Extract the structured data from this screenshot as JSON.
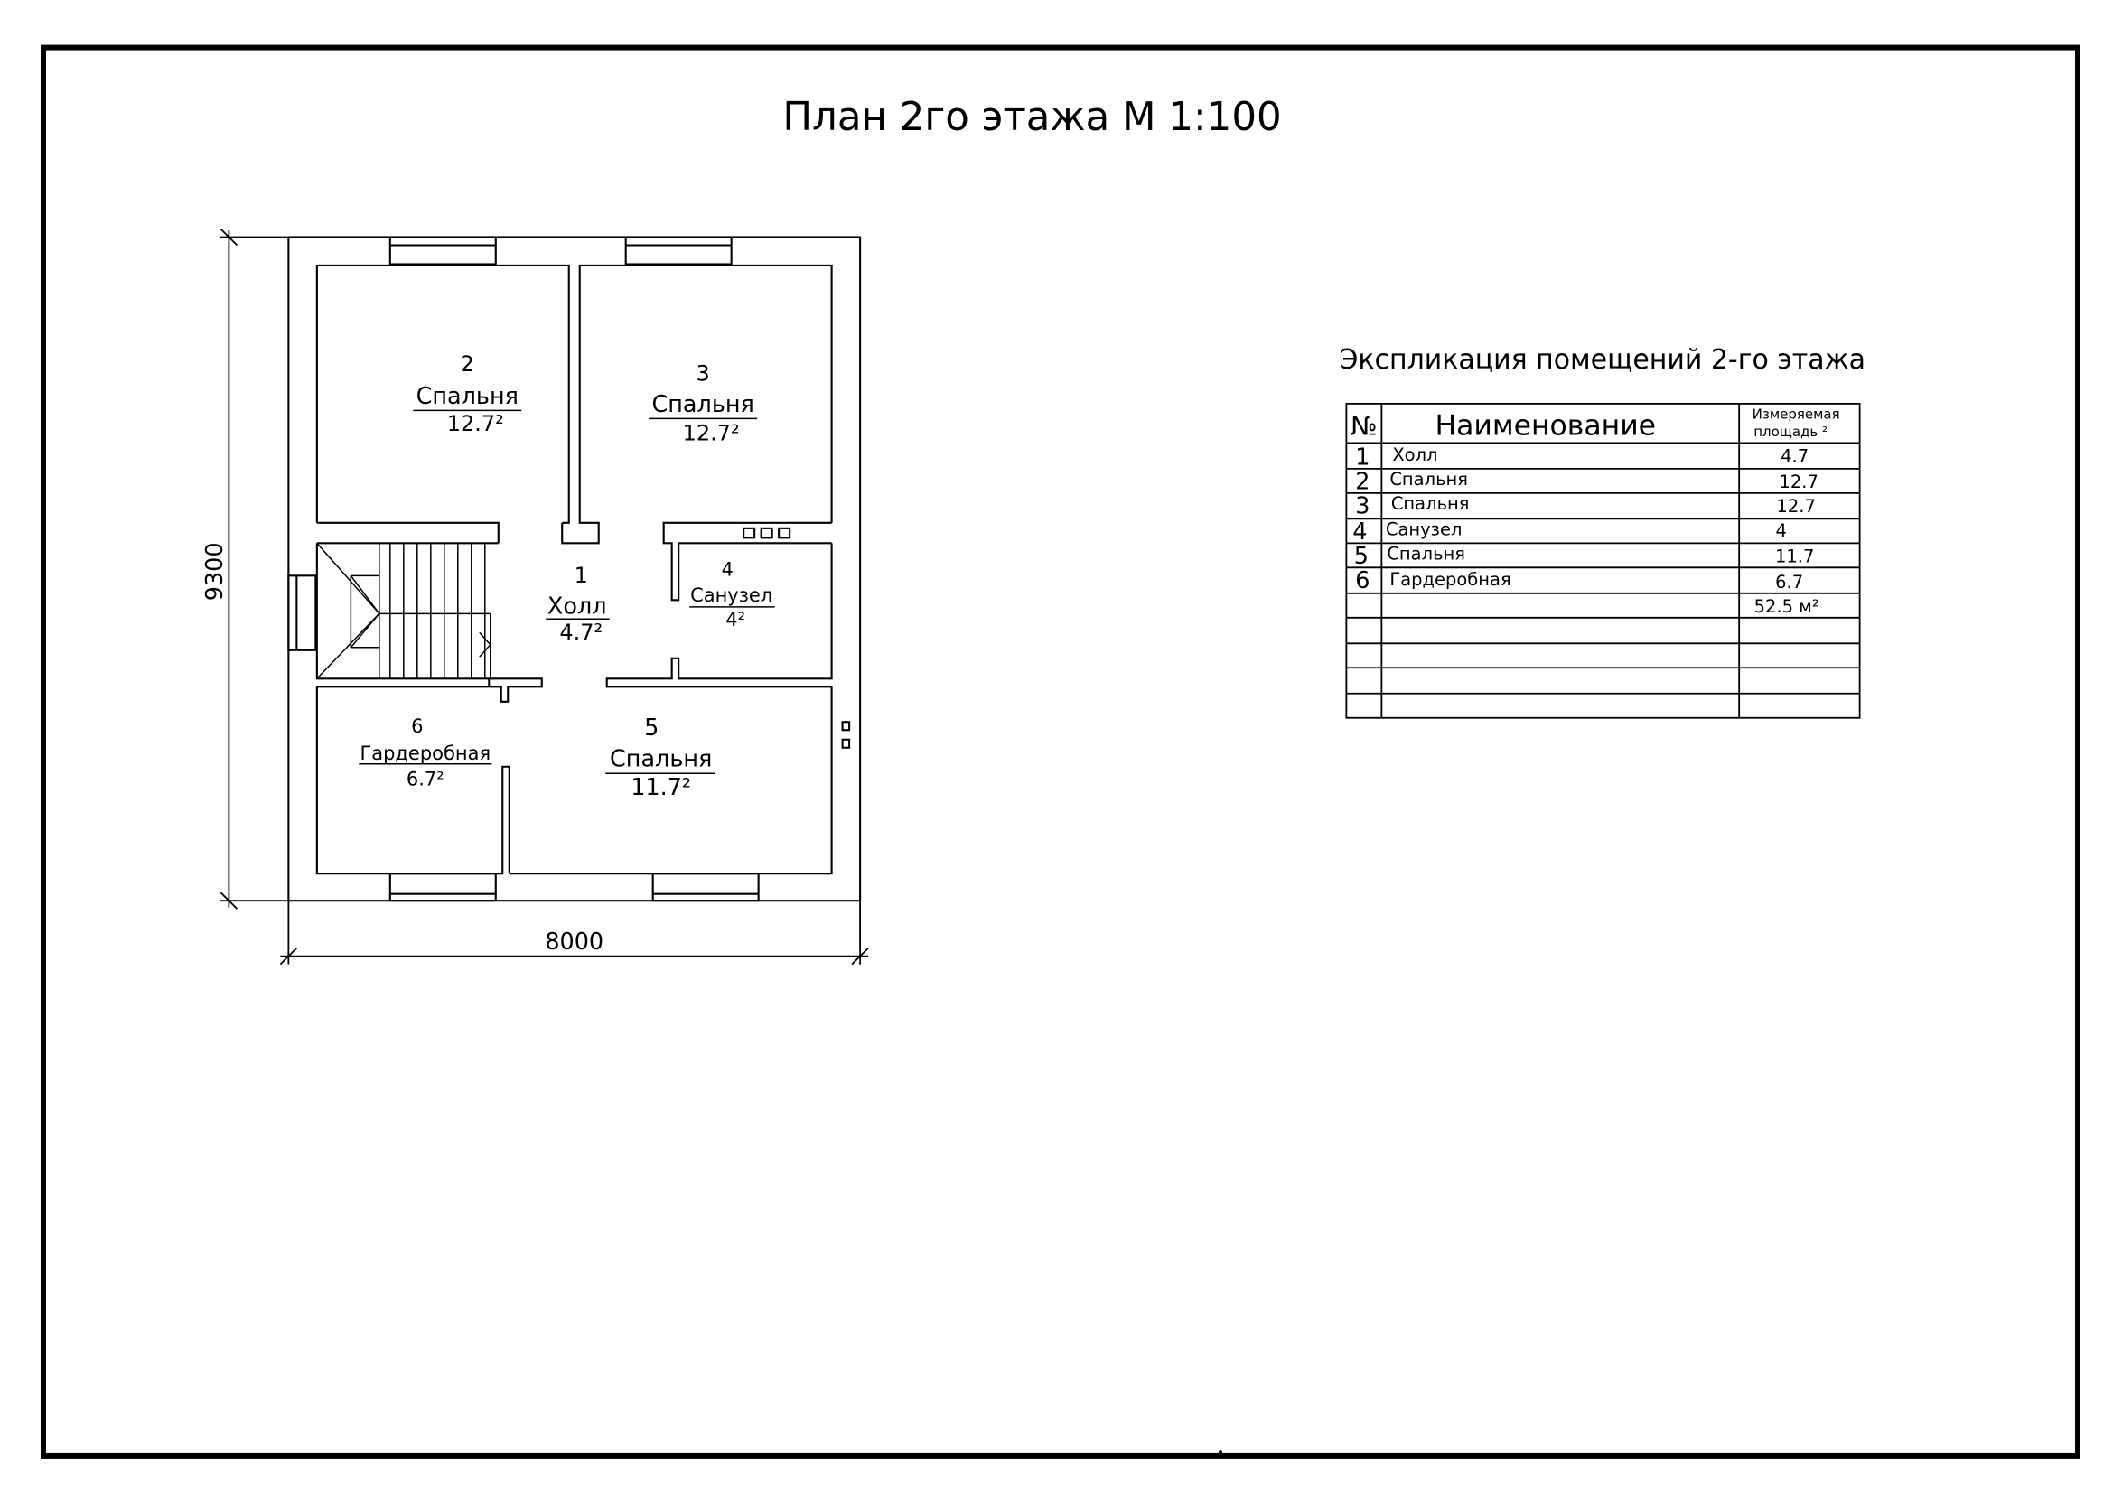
{
  "title": "План 2го этажа  М 1:100",
  "plan": {
    "dim_height": "9300",
    "dim_width": "8000",
    "rooms": [
      {
        "num": "1",
        "name": "Холл",
        "area": "4.7²"
      },
      {
        "num": "2",
        "name": "Спальня",
        "area": "12.7²"
      },
      {
        "num": "3",
        "name": "Спальня",
        "area": "12.7²"
      },
      {
        "num": "4",
        "name": "Санузел",
        "area": "4²"
      },
      {
        "num": "5",
        "name": "Спальня",
        "area": "11.7²"
      },
      {
        "num": "6",
        "name": "Гардеробная",
        "area": "6.7²"
      }
    ]
  },
  "explication": {
    "title": "Экспликация помещений 2-го этажа",
    "headers": {
      "num": "№",
      "name": "Наименование",
      "area_line1": "Измеряемая",
      "area_line2": "площадь ²"
    },
    "rows": [
      {
        "num": "1",
        "name": "Холл",
        "area": "4.7"
      },
      {
        "num": "2",
        "name": "Спальня",
        "area": "12.7"
      },
      {
        "num": "3",
        "name": "Спальня",
        "area": "12.7"
      },
      {
        "num": "4",
        "name": "Санузел",
        "area": "4"
      },
      {
        "num": "5",
        "name": "Спальня",
        "area": "11.7"
      },
      {
        "num": "6",
        "name": "Гардеробная",
        "area": "6.7"
      }
    ],
    "total": "52.5 м²"
  }
}
